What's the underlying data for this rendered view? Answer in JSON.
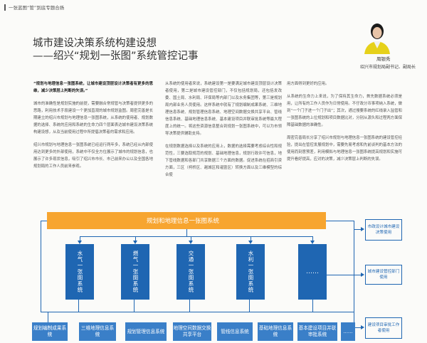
{
  "header": {
    "text": "一张蓝图“管”到底专题合扬"
  },
  "title": {
    "line1": "城市建设决策系统构建设想",
    "line2": "——绍兴“规划一张图”系统管控记事"
  },
  "author": {
    "name": "周银秀",
    "title": "绍兴市规划局副书记、副局长"
  },
  "columns": {
    "col1": [
      {
        "text": "“规划与地理信息一张图系统，让城市建设顶层设计决策者有更多的思维，减少决策层上判断的失误。”",
        "lead": true
      },
      {
        "text": "城市的准确性是规划实施的前提，需要融合常规管与决策者提供更多的思路，利用技术手段建设一个更加直观的城市规划监图。周密完善是长期建立的绍兴市规划与地理信息一张图系统，从系统的使用者、规划数据的选择、系统的应用和系统的生命力四个层面表达城市建设决策系统构建设想，从及当前使用过程中所提倡决策者的需求和应用。",
        "lead": false
      },
      {
        "text": "绍兴市规划与地理信息一张图系统已经运行两年多，系统已经从内部使用达到更多的外部使用，系统中不仅全方位展示了城市的规划信息，也展示了许多现状信息，吸引了绍兴市市长、市己前来办公以及全国各地规划局的工作人员前来参观。",
        "lead": false
      }
    ],
    "col2": [
      {
        "text": "从系统的使用者来说，系统建设第一是要满足城市建设顶层设计决策者使用，第二是城市建设管控部门，不仅包括规划局，还包括发改委、国土局、水利局、环保局等内部门以及水务集团等，第三是规划局内部业务人员使用。这样系统中就有了规划编制成果系统、三维地理信息系统、规划管理信息系统、地理空间数据交换共享平台、管线信息系统、基础地理信息系统、基本建设项目并联审批系统等最大程度上的统一。将这些资源信息整合到规划一张图系统中，可以为市领导决策提供辅助支持。",
        "lead": false
      },
      {
        "text": "在规划数据选择以及系统的应用上，数据的选择需要考虑综合性和规范性，三要选取规范的规划、基础地理信息，规划行政许可信息，地下管线数据和各部门共享数据三个方面的数据。促进系统在招商引资方面，三区（柯桥区、越城区和诸暨区）转换方面以及三维模型的综合使",
        "lead": false
      }
    ],
    "col3": [
      {
        "text": "用方面得到更好的应用。",
        "lead": false
      },
      {
        "text": "从系统的生命力上来说，为了保持其生命力，首先数据系统必须是用，让所有的工作人员作为日常使用。不仔政分币事项纳入系统，做到“一个门子进一个门子出”；其次，通过搜要系统的红线录入监管和一张图系统的上位规划和项目数据比对，分别从源头和过程两方面保障基础数据的准确性。",
        "lead": false
      },
      {
        "text": "周密完善局长分享了绍兴市规划与地理信息一张图系统的建设管控经验，提出在管控发展规划中，需要先易考虑和先前谈判的基本方法的使用而刻意预差，利用模拟与地理信息一张图系统提高规划和实施可提升看好提高，应对的决策，减少决策层上判断的失误。",
        "lead": false
      }
    ]
  },
  "diagram": {
    "top_label": "规划和地理信息一张图系统",
    "vertical_boxes": [
      "水气一张图系统",
      "燃气一张图系统",
      "交通一张图系统",
      "水利一张图系统"
    ],
    "vertical_more": "……",
    "side_boxes": [
      "市政设计城市建设决策使用",
      "城市建设管控部门使用",
      "建设项目审批工作者使用"
    ],
    "bottom_boxes": [
      "规划编制成果系统",
      "三维地理信息系统",
      "规划管理信息系统",
      "地理空间数据交换共享平台",
      "管线信息系统",
      "基础地理信息系统",
      "基本建设项目并联审批系统"
    ],
    "bottom_more": "……"
  },
  "colors": {
    "accent_orange": "#f7a530",
    "diagram_blue": "#1f66b2",
    "light_blue": "#3a7fc8"
  }
}
